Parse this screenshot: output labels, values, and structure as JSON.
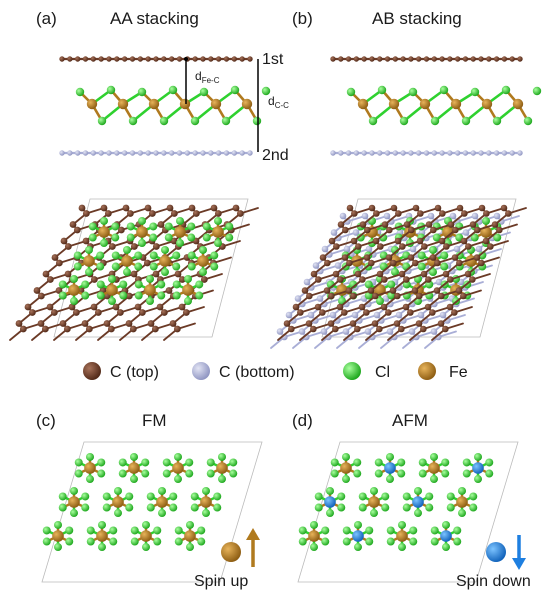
{
  "panels": {
    "a": {
      "tag": "(a)",
      "title": "AA stacking"
    },
    "b": {
      "tag": "(b)",
      "title": "AB stacking"
    },
    "c": {
      "tag": "(c)",
      "title": "FM"
    },
    "d": {
      "tag": "(d)",
      "title": "AFM"
    }
  },
  "side_view": {
    "layer_top": "1st",
    "layer_bottom": "2nd",
    "d_fec_main": "d",
    "d_fec_sub": "Fe-C",
    "d_cc_main": "d",
    "d_cc_sub": "C-C"
  },
  "legend": [
    {
      "key": "c_top",
      "label": "C (top)",
      "color": "#6b3a26"
    },
    {
      "key": "c_bottom",
      "label": "C (bottom)",
      "color": "#a9aed6"
    },
    {
      "key": "cl",
      "label": "Cl",
      "color": "#2fd12f"
    },
    {
      "key": "fe",
      "label": "Fe",
      "color": "#b07a1e"
    }
  ],
  "spin": {
    "up_label": "Spin up",
    "down_label": "Spin down",
    "up_color": "#b07a1e",
    "down_color": "#1e7fe0"
  },
  "colors": {
    "c_top": "#6b3a26",
    "c_bottom": "#a9aed6",
    "cl": "#2fd12f",
    "fe": "#b07a1e",
    "fe_down": "#1e7fe0"
  }
}
